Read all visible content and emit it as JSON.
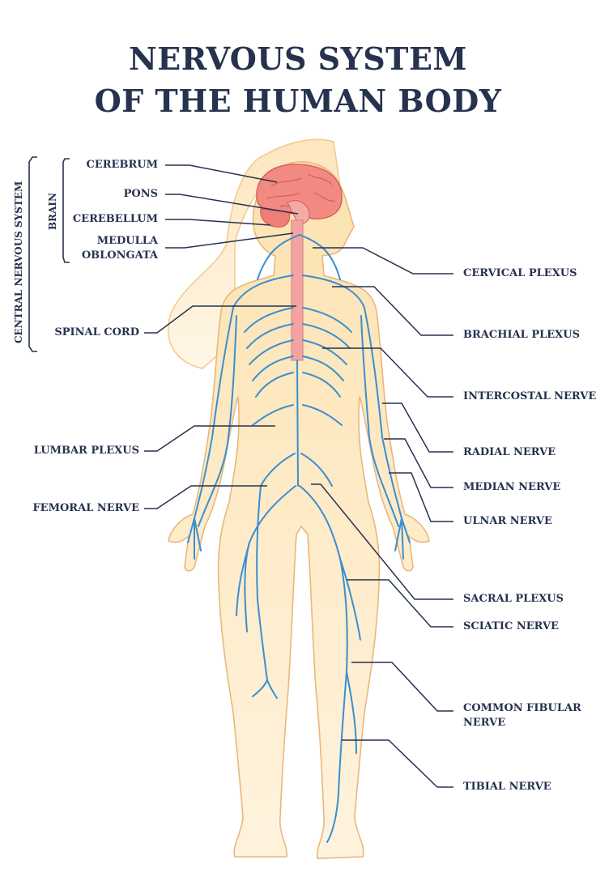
{
  "title": {
    "line1": "NERVOUS SYSTEM",
    "line2": "OF THE HUMAN BODY"
  },
  "groups": {
    "cns": "CENTRAL NERVOUS SYSTEM",
    "brain": "BRAIN"
  },
  "labels_left": {
    "cerebrum": "CEREBRUM",
    "pons": "PONS",
    "cerebellum": "CEREBELLUM",
    "medulla_1": "MEDULLA",
    "medulla_2": "OBLONGATA",
    "spinal_cord": "SPINAL CORD",
    "lumbar_plexus": "LUMBAR PLEXUS",
    "femoral_nerve": "FEMORAL NERVE"
  },
  "labels_right": {
    "cervical_plexus": "CERVICAL PLEXUS",
    "brachial_plexus": "BRACHIAL PLEXUS",
    "intercostal_nerve": "INTERCOSTAL NERVE",
    "radial_nerve": "RADIAL NERVE",
    "median_nerve": "MEDIAN NERVE",
    "ulnar_nerve": "ULNAR NERVE",
    "sacral_plexus": "SACRAL PLEXUS",
    "sciatic_nerve": "SCIATIC NERVE",
    "common_fibular_1": "COMMON FIBULAR",
    "common_fibular_2": "NERVE",
    "tibial_nerve": "TIBIAL NERVE"
  },
  "colors": {
    "title": "#27324f",
    "skin": "#fbe1b1",
    "skin_outline": "#e9b77c",
    "hair": "#fdecc8",
    "brain": "#f0837c",
    "spinal_cord": "#f4a3a3",
    "nerve": "#3a8fd0",
    "leader": "#27324f"
  }
}
